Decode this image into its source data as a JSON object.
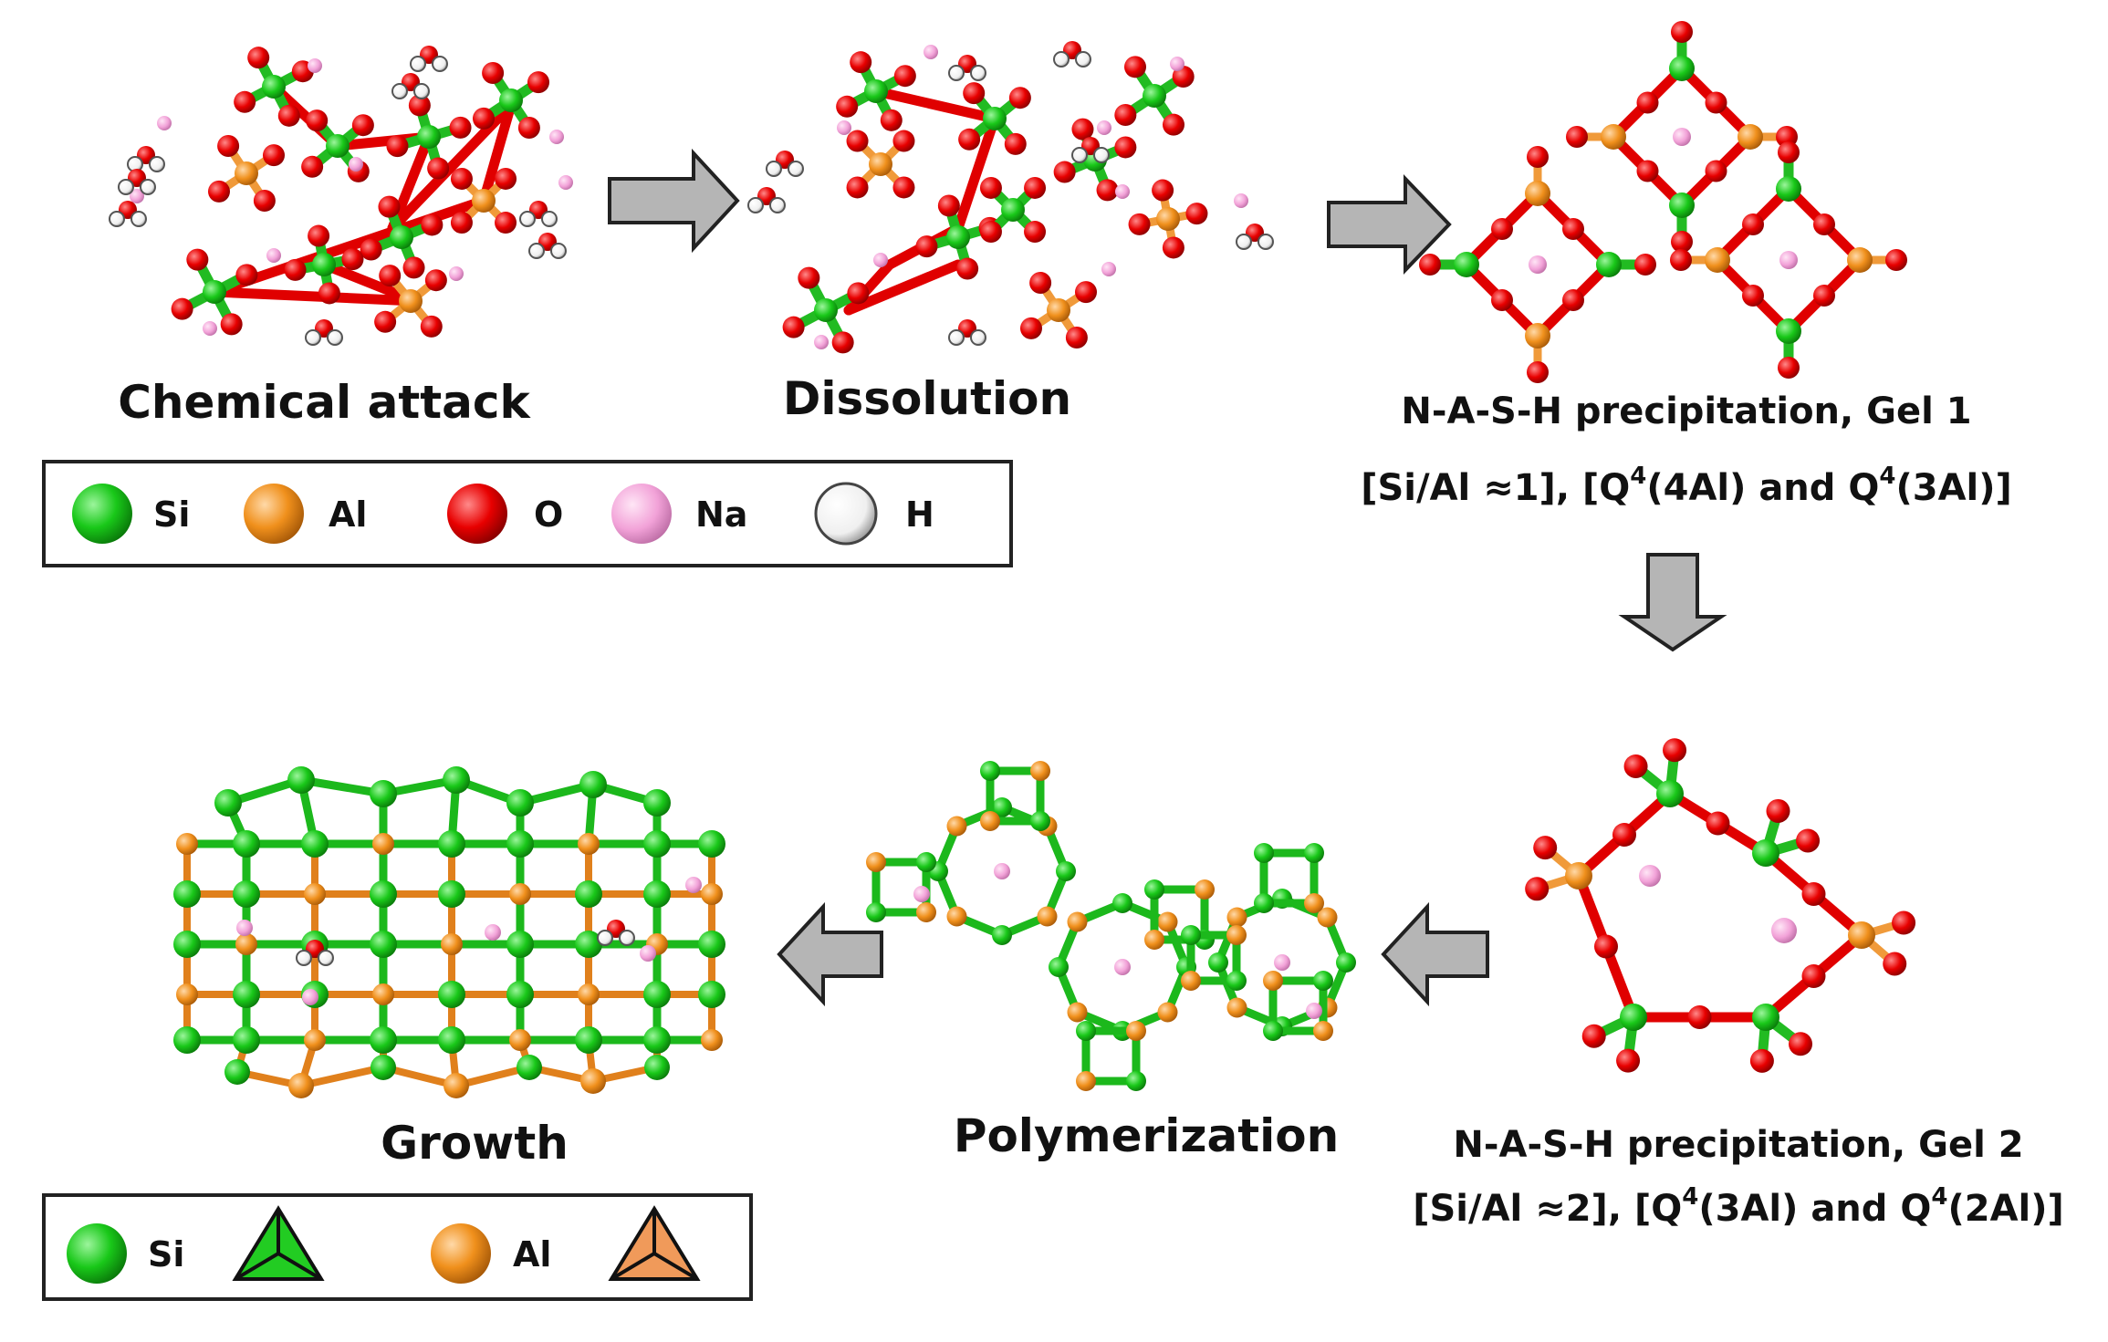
{
  "stages": {
    "chemical_attack": "Chemical attack",
    "dissolution": "Dissolution",
    "gel1_title": "N-A-S-H precipitation, Gel 1",
    "gel1_detail_pre": "[Si/Al ≈1], [Q",
    "gel1_detail_mid": "(4Al) and Q",
    "gel1_detail_post": "(3Al)]",
    "gel2_title": "N-A-S-H precipitation, Gel 2",
    "gel2_detail_pre": "[Si/Al ≈2], [Q",
    "gel2_detail_mid": "(3Al) and Q",
    "gel2_detail_post": "(2Al)]",
    "superscript": "4",
    "polymerization": "Polymerization",
    "growth": "Growth"
  },
  "legend_top": [
    {
      "label": "Si",
      "color": "#19c819"
    },
    {
      "label": "Al",
      "color": "#f0901c"
    },
    {
      "label": "O",
      "color": "#e80000"
    },
    {
      "label": "Na",
      "color": "#f2a2d8"
    },
    {
      "label": "H",
      "color": "#f4f4f4"
    }
  ],
  "legend_bottom": [
    {
      "label": "Si",
      "color": "#19c819",
      "tetra_color": "#22cc22"
    },
    {
      "label": "Al",
      "color": "#f0901c",
      "tetra_color": "#f09a5a"
    }
  ],
  "colors": {
    "si": "#19c819",
    "al": "#f0901c",
    "o": "#e80000",
    "na": "#f2a2d8",
    "h": "#f4f4f4",
    "arrow_fill": "#b5b5b5",
    "arrow_stroke": "#222222"
  }
}
